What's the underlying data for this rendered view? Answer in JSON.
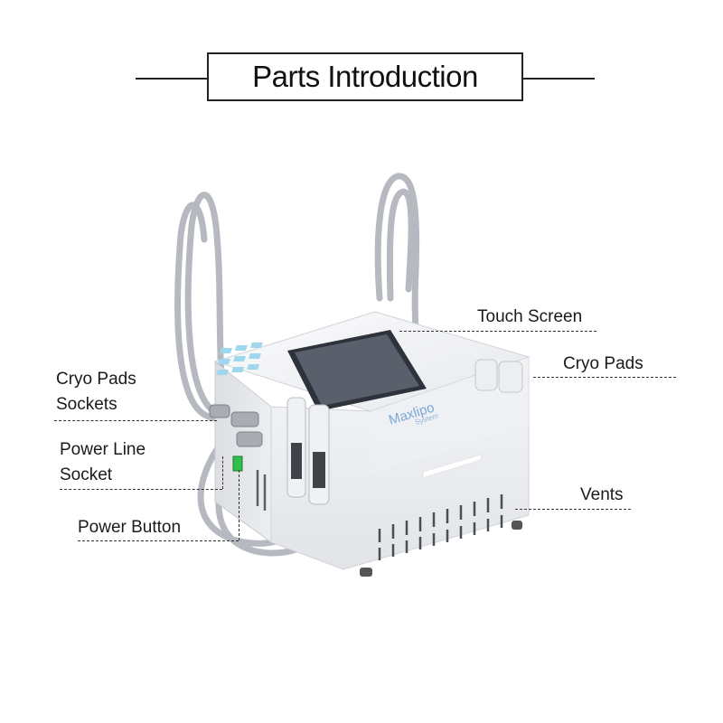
{
  "title": "Parts Introduction",
  "device": {
    "brand": "Maxlipo",
    "subtitle": "System"
  },
  "labels": {
    "touch_screen": "Touch Screen",
    "cryo_pads": "Cryo Pads",
    "cryo_pads_sockets_line1": "Cryo Pads",
    "cryo_pads_sockets_line2": "Sockets",
    "power_line_socket_line1": "Power Line",
    "power_line_socket_line2": "Socket",
    "vents": "Vents",
    "power_button": "Power Button"
  },
  "colors": {
    "body": "#f3f4f6",
    "body_shadow": "#d9dbe0",
    "screen": "#3a3f47",
    "cable": "#b9bcc2",
    "accent_green": "#2fbf4a"
  }
}
